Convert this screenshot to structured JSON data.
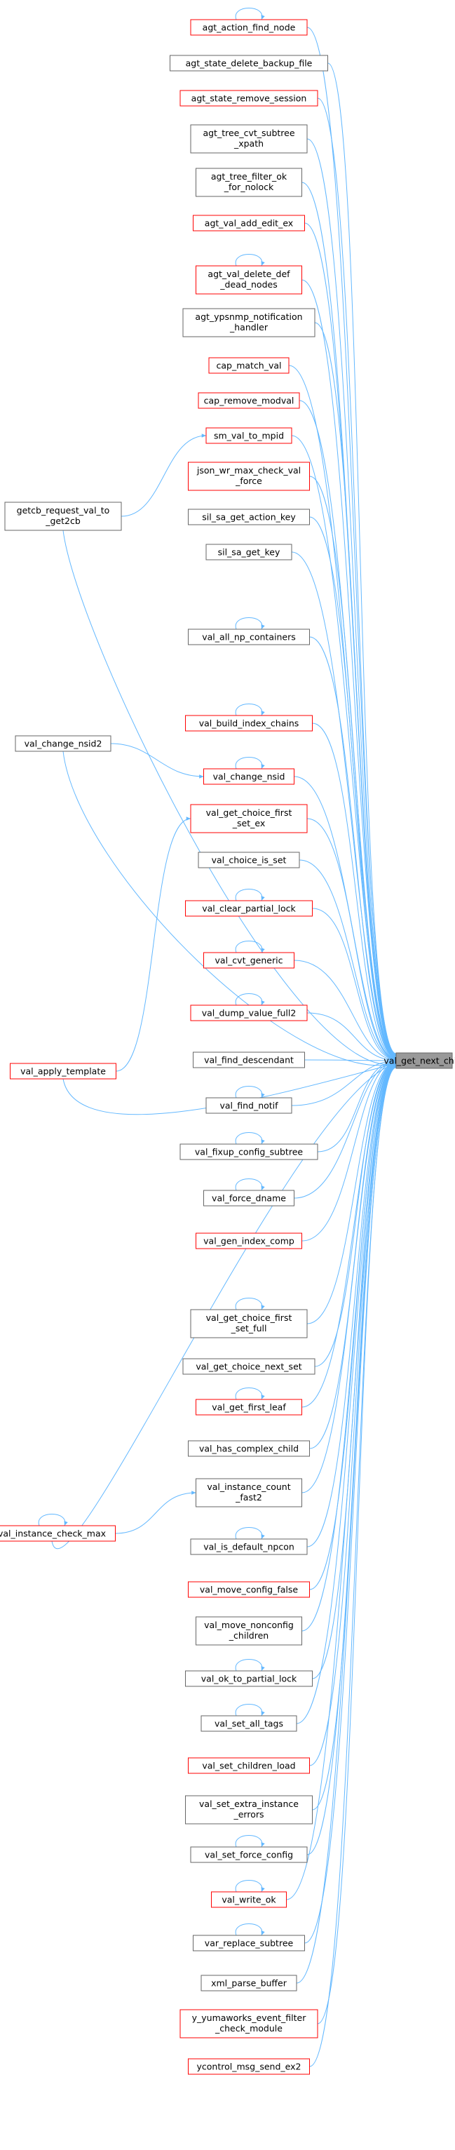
{
  "target": "val_get_next_child",
  "colors": {
    "edge": "#63b8ff",
    "border_red": "#ff0000",
    "border_gray": "#666666",
    "target_fill": "#999999",
    "target_border": "#666666",
    "node_fill": "#ffffff"
  },
  "callers": [
    {
      "id": "n1",
      "lines": [
        "agt_action_find_node"
      ],
      "border": "red",
      "self_loop": true
    },
    {
      "id": "n2",
      "lines": [
        "agt_state_delete_backup_file"
      ],
      "border": "gray"
    },
    {
      "id": "n3",
      "lines": [
        "agt_state_remove_session"
      ],
      "border": "red"
    },
    {
      "id": "n4",
      "lines": [
        "agt_tree_cvt_subtree",
        "_xpath"
      ],
      "border": "gray"
    },
    {
      "id": "n5",
      "lines": [
        "agt_tree_filter_ok",
        "_for_nolock"
      ],
      "border": "gray"
    },
    {
      "id": "n6",
      "lines": [
        "agt_val_add_edit_ex"
      ],
      "border": "red"
    },
    {
      "id": "n7",
      "lines": [
        "agt_val_delete_def",
        "_dead_nodes"
      ],
      "border": "red",
      "self_loop": true
    },
    {
      "id": "n8",
      "lines": [
        "agt_ypsnmp_notification",
        "_handler"
      ],
      "border": "gray"
    },
    {
      "id": "n9",
      "lines": [
        "cap_match_val"
      ],
      "border": "red"
    },
    {
      "id": "n10",
      "lines": [
        "cap_remove_modval"
      ],
      "border": "red"
    },
    {
      "id": "n11",
      "lines": [
        "sm_val_to_mpid"
      ],
      "border": "red"
    },
    {
      "id": "n12",
      "lines": [
        "json_wr_max_check_val",
        "_force"
      ],
      "border": "red"
    },
    {
      "id": "n13",
      "lines": [
        "sil_sa_get_action_key"
      ],
      "border": "gray"
    },
    {
      "id": "n14",
      "lines": [
        "sil_sa_get_key"
      ],
      "border": "gray"
    },
    {
      "id": "n15",
      "lines": [
        "val_all_np_containers"
      ],
      "border": "gray",
      "self_loop": true
    },
    {
      "id": "n16",
      "lines": [
        "val_build_index_chains"
      ],
      "border": "red",
      "self_loop": true
    },
    {
      "id": "n17",
      "lines": [
        "val_change_nsid"
      ],
      "border": "red",
      "self_loop": true
    },
    {
      "id": "n18",
      "lines": [
        "val_get_choice_first",
        "_set_ex"
      ],
      "border": "red"
    },
    {
      "id": "n19",
      "lines": [
        "val_choice_is_set"
      ],
      "border": "gray"
    },
    {
      "id": "n20",
      "lines": [
        "val_clear_partial_lock"
      ],
      "border": "red",
      "self_loop": true
    },
    {
      "id": "n21",
      "lines": [
        "val_cvt_generic"
      ],
      "border": "red",
      "self_loop": true
    },
    {
      "id": "n22",
      "lines": [
        "val_dump_value_full2"
      ],
      "border": "red",
      "self_loop": true
    },
    {
      "id": "n23",
      "lines": [
        "val_find_descendant"
      ],
      "border": "gray"
    },
    {
      "id": "n24",
      "lines": [
        "val_find_notif"
      ],
      "border": "gray",
      "self_loop": true
    },
    {
      "id": "n25",
      "lines": [
        "val_fixup_config_subtree"
      ],
      "border": "gray",
      "self_loop": true
    },
    {
      "id": "n26",
      "lines": [
        "val_force_dname"
      ],
      "border": "gray",
      "self_loop": true
    },
    {
      "id": "n27",
      "lines": [
        "val_gen_index_comp"
      ],
      "border": "red"
    },
    {
      "id": "n28",
      "lines": [
        "val_get_choice_first",
        "_set_full"
      ],
      "border": "gray",
      "self_loop": true
    },
    {
      "id": "n29",
      "lines": [
        "val_get_choice_next_set"
      ],
      "border": "gray"
    },
    {
      "id": "n30",
      "lines": [
        "val_get_first_leaf"
      ],
      "border": "red",
      "self_loop": true
    },
    {
      "id": "n31",
      "lines": [
        "val_has_complex_child"
      ],
      "border": "gray"
    },
    {
      "id": "n32",
      "lines": [
        "val_instance_count",
        "_fast2"
      ],
      "border": "gray"
    },
    {
      "id": "n33",
      "lines": [
        "val_is_default_npcon"
      ],
      "border": "gray",
      "self_loop": true
    },
    {
      "id": "n34",
      "lines": [
        "val_move_config_false"
      ],
      "border": "red"
    },
    {
      "id": "n35",
      "lines": [
        "val_move_nonconfig",
        "_children"
      ],
      "border": "gray"
    },
    {
      "id": "n36",
      "lines": [
        "val_ok_to_partial_lock"
      ],
      "border": "gray",
      "self_loop": true
    },
    {
      "id": "n37",
      "lines": [
        "val_set_all_tags"
      ],
      "border": "gray",
      "self_loop": true
    },
    {
      "id": "n38",
      "lines": [
        "val_set_children_load"
      ],
      "border": "red"
    },
    {
      "id": "n39",
      "lines": [
        "val_set_extra_instance",
        "_errors"
      ],
      "border": "gray"
    },
    {
      "id": "n40",
      "lines": [
        "val_set_force_config"
      ],
      "border": "gray",
      "self_loop": true
    },
    {
      "id": "n41",
      "lines": [
        "val_write_ok"
      ],
      "border": "red",
      "self_loop": true
    },
    {
      "id": "n42",
      "lines": [
        "var_replace_subtree"
      ],
      "border": "gray",
      "self_loop": true
    },
    {
      "id": "n43",
      "lines": [
        "xml_parse_buffer"
      ],
      "border": "gray"
    },
    {
      "id": "n44",
      "lines": [
        "y_yumaworks_event_filter",
        "_check_module"
      ],
      "border": "red"
    },
    {
      "id": "n45",
      "lines": [
        "ycontrol_msg_send_ex2"
      ],
      "border": "red"
    }
  ],
  "second_level": [
    {
      "id": "s1",
      "lines": [
        "getcb_request_val_to",
        "_get2cb"
      ],
      "border": "gray",
      "calls": [
        "n11"
      ]
    },
    {
      "id": "s2",
      "lines": [
        "val_change_nsid2"
      ],
      "border": "gray",
      "calls": [
        "n17"
      ]
    },
    {
      "id": "s3",
      "lines": [
        "val_apply_template"
      ],
      "border": "red",
      "calls": [
        "n18"
      ]
    },
    {
      "id": "s4",
      "lines": [
        "val_instance_check_max"
      ],
      "border": "red",
      "calls": [
        "n32"
      ],
      "self_loop": true
    }
  ]
}
